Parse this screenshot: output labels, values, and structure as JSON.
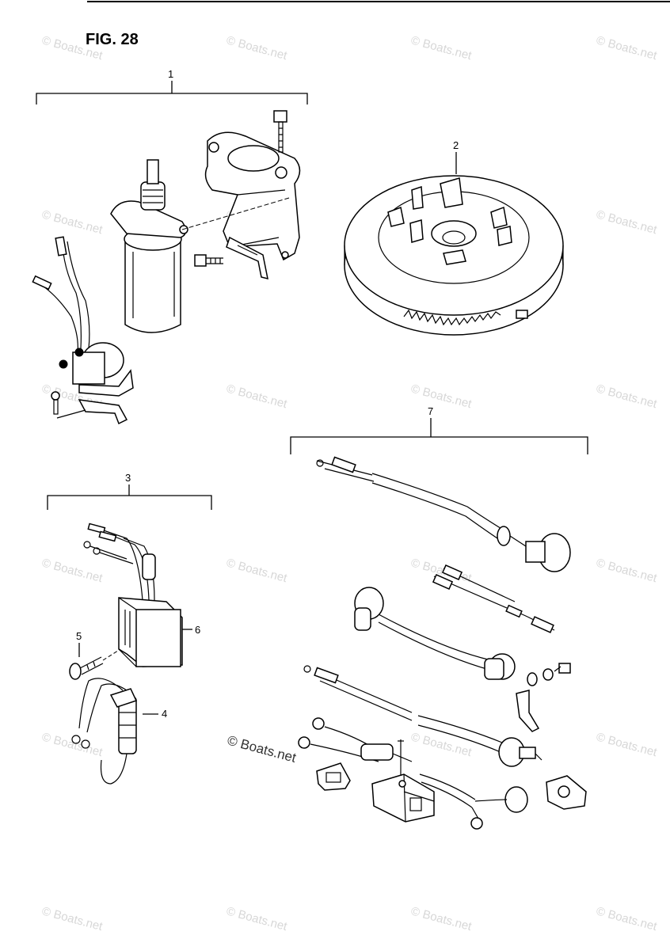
{
  "figure": {
    "title": "FIG. 28"
  },
  "watermark": {
    "text": "© Boats.net",
    "main_text": "© Boats.net"
  },
  "callouts": {
    "c1": "1",
    "c2": "2",
    "c3": "3",
    "c4": "4",
    "c5": "5",
    "c6": "6",
    "c7": "7"
  },
  "colors": {
    "line": "#000000",
    "watermark": "#d7d7d7",
    "background": "#ffffff"
  }
}
